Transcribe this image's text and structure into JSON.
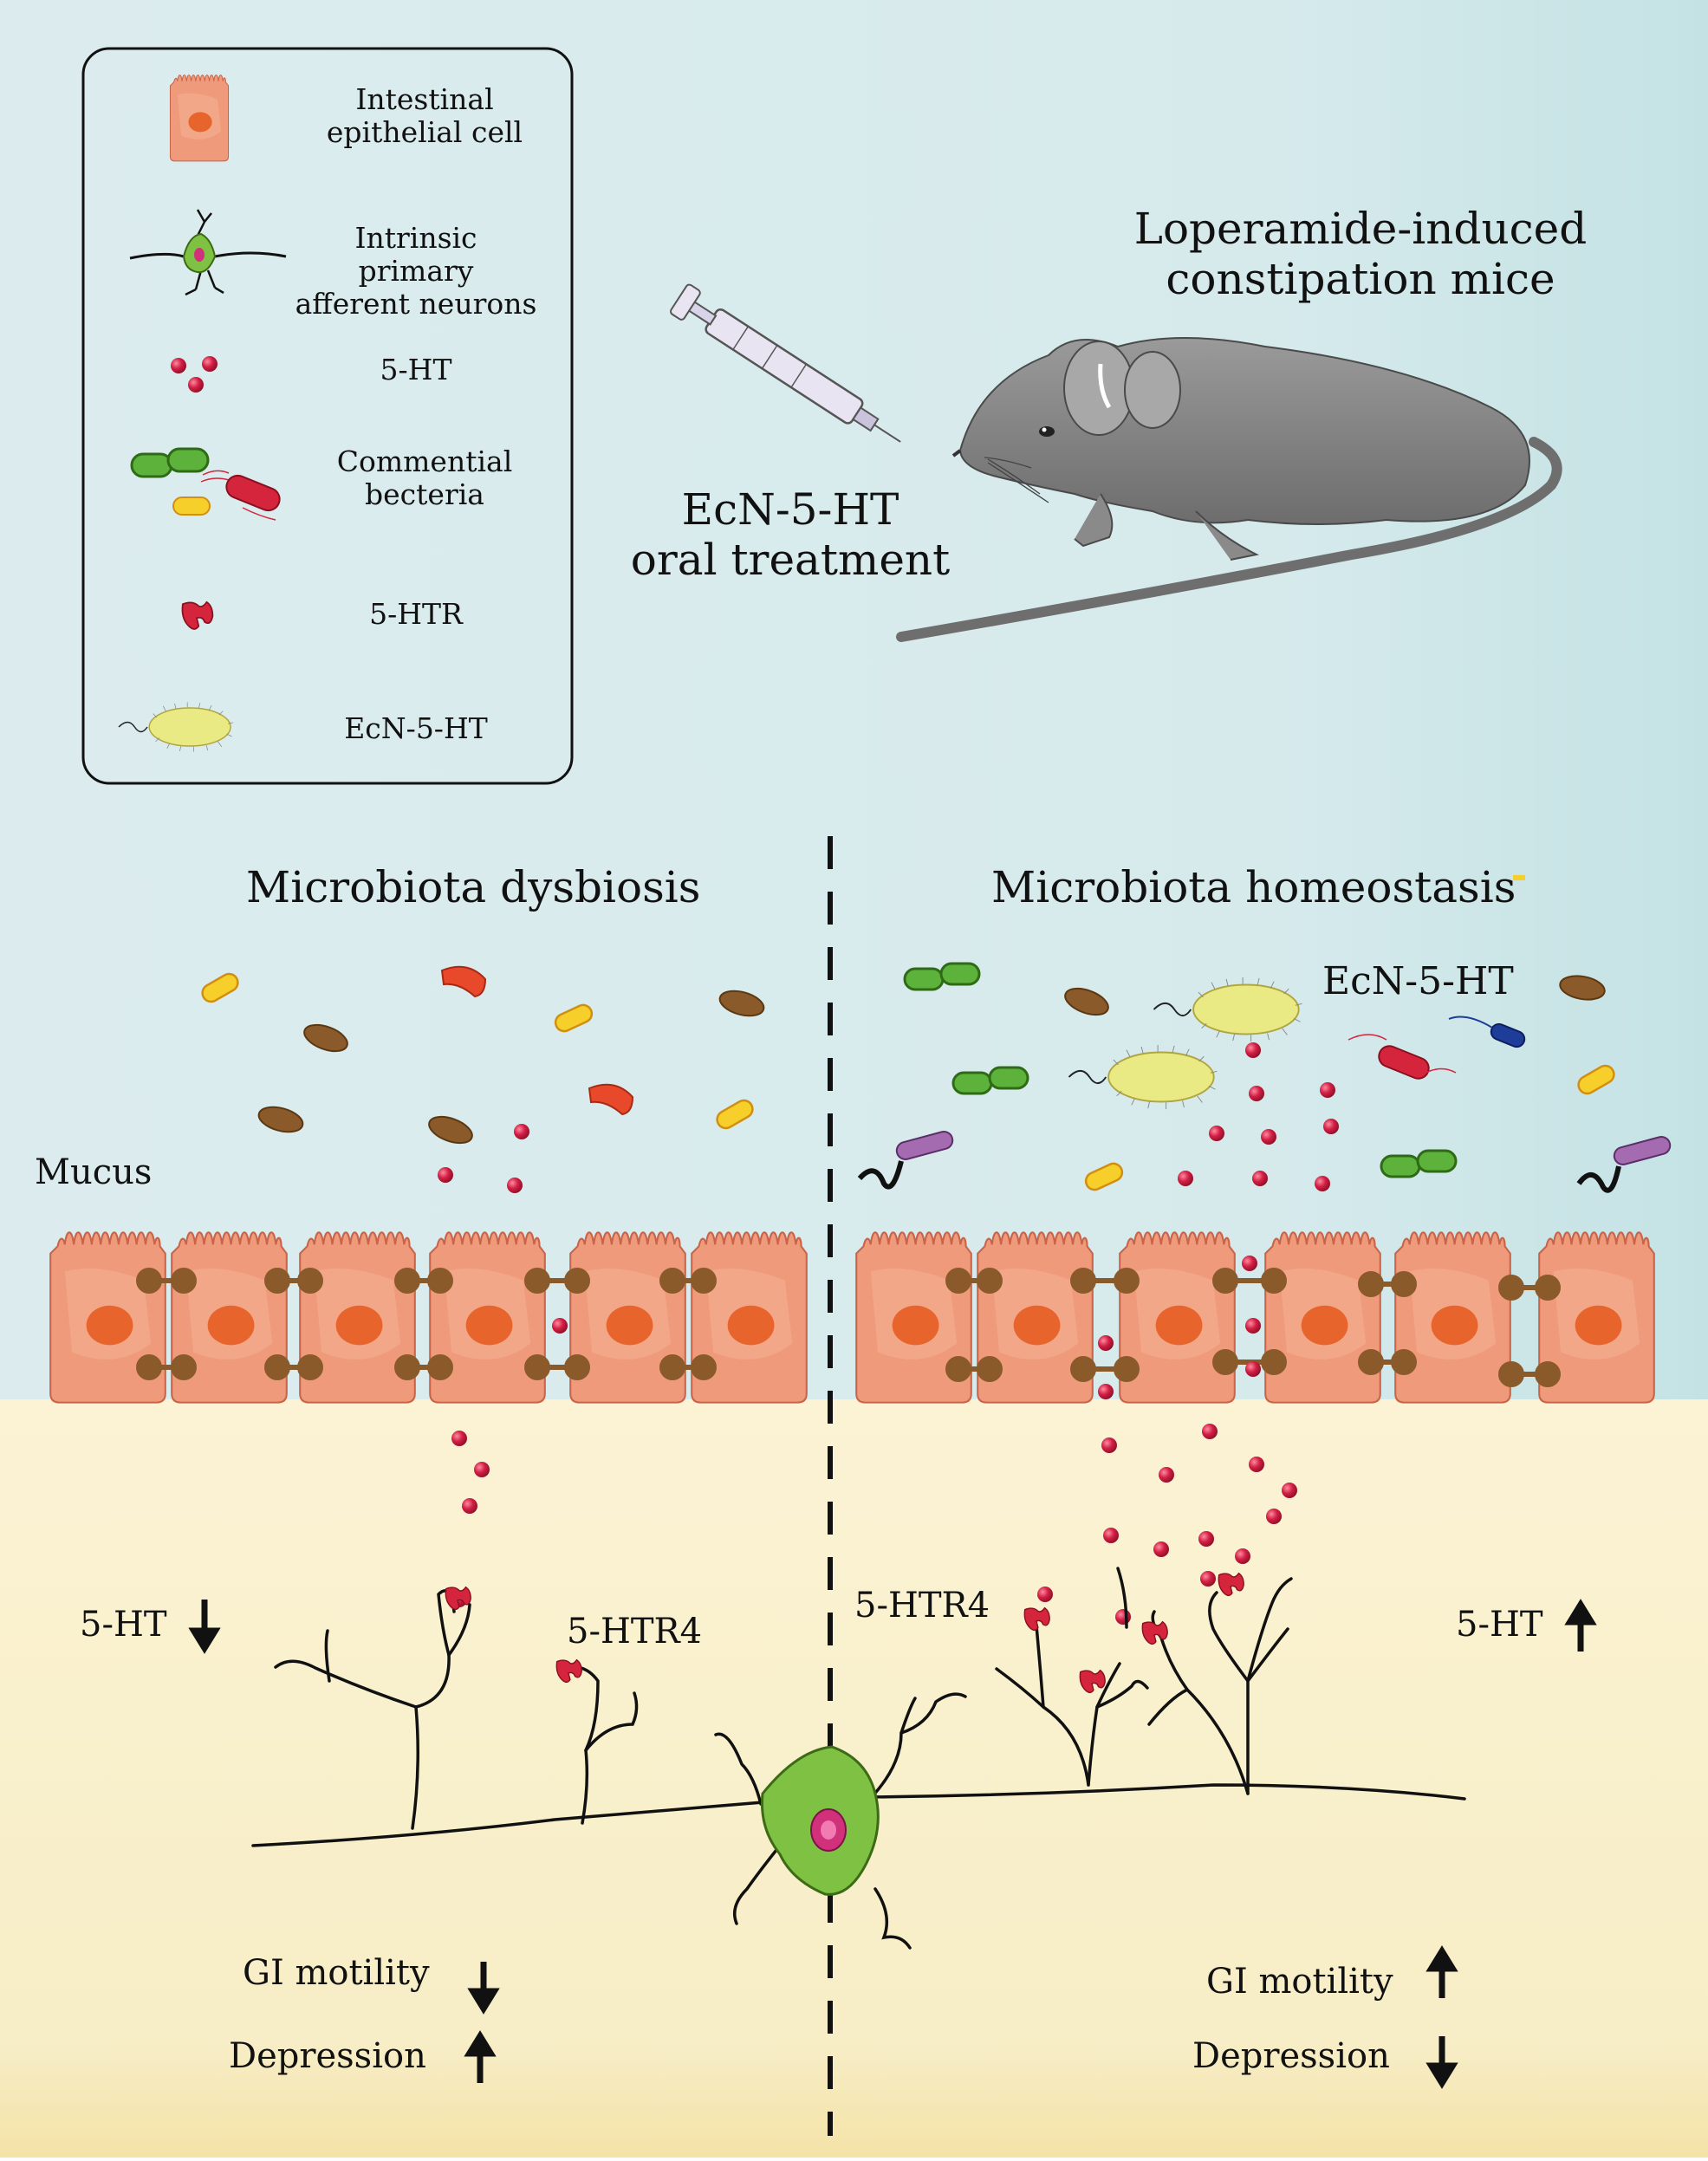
{
  "legend": {
    "items": [
      {
        "label": "Intestinal\nepithelial cell",
        "icon": "epithelial-cell-icon"
      },
      {
        "label": "Intrinsic primary\nafferent neurons",
        "icon": "neuron-icon"
      },
      {
        "label": "5-HT",
        "icon": "serotonin-icon"
      },
      {
        "label": "Commential\nbecteria",
        "icon": "commensal-bacteria-icon"
      },
      {
        "label": "5-HTR",
        "icon": "receptor-icon"
      },
      {
        "label": "EcN-5-HT",
        "icon": "ecn-bacterium-icon"
      }
    ]
  },
  "mouse_title": "Loperamide-induced\nconstipation mice",
  "treatment": "EcN-5-HT\noral treatment",
  "left": {
    "title": "Microbiota dysbiosis",
    "mucus": "Mucus",
    "ht_label": "5-HT",
    "receptor_label": "5-HTR4",
    "gi": "GI motility",
    "depression": "Depression"
  },
  "right": {
    "title": "Microbiota homeostasis",
    "ecn_label": "EcN-5-HT",
    "ht_label": "5-HT",
    "receptor_label": "5-HTR4",
    "gi": "GI motility",
    "depression": "Depression"
  },
  "colors": {
    "sky": "#dcecee",
    "lumen": "#f8efcc",
    "cell": "#ef9a7a",
    "nucleus": "#e7652c",
    "junction": "#8a5a2b",
    "serotonin": "#c8173a",
    "ecn": "#eaea84",
    "neuron": "#7fc243"
  }
}
